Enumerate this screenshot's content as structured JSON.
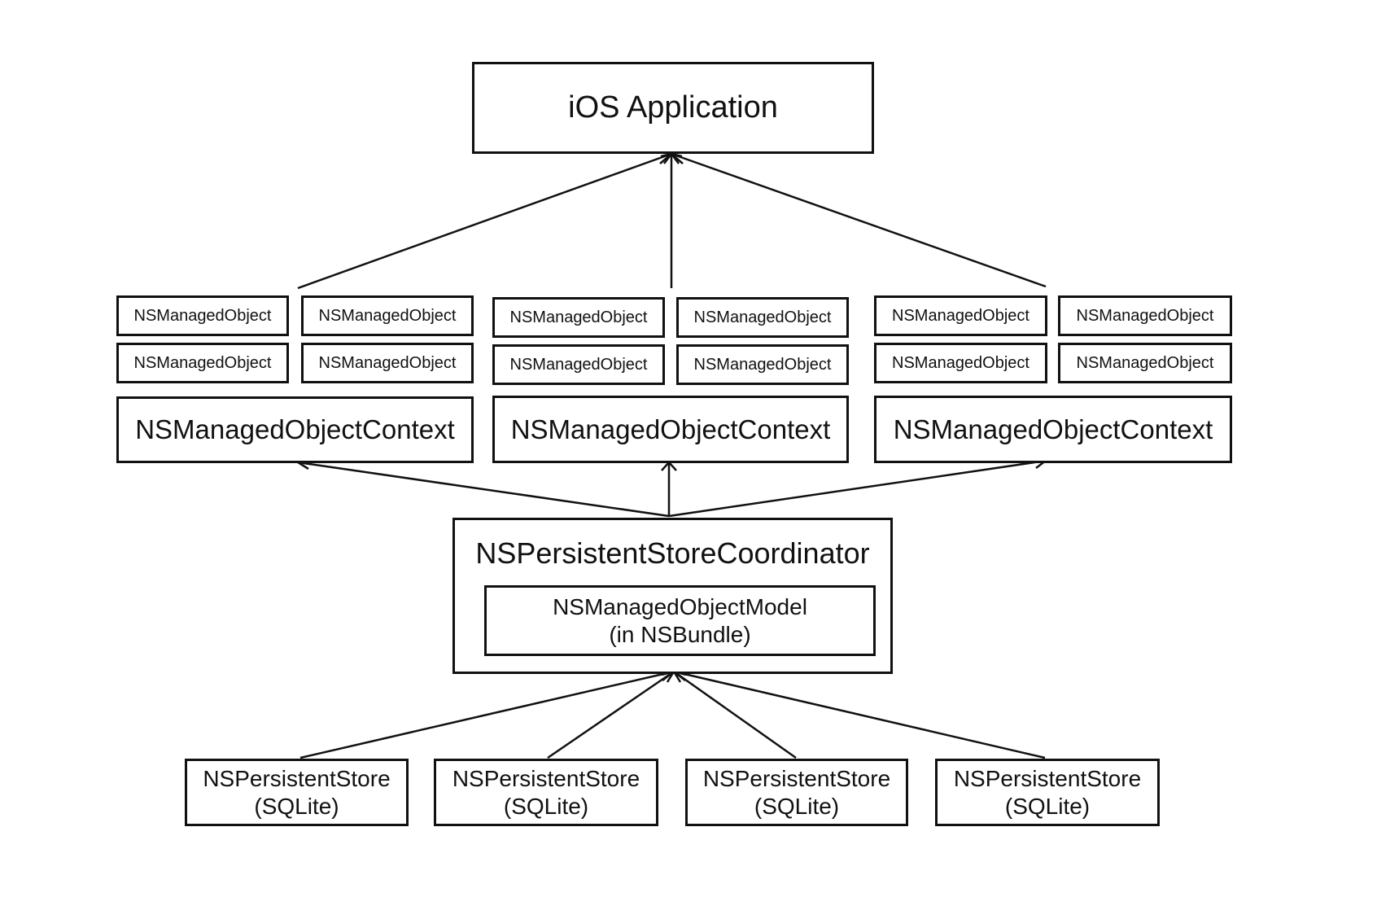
{
  "diagram": {
    "application": {
      "label": "iOS Application"
    },
    "contexts": [
      {
        "label": "NSManagedObjectContext",
        "objects": [
          "NSManagedObject",
          "NSManagedObject",
          "NSManagedObject",
          "NSManagedObject"
        ]
      },
      {
        "label": "NSManagedObjectContext",
        "objects": [
          "NSManagedObject",
          "NSManagedObject",
          "NSManagedObject",
          "NSManagedObject"
        ]
      },
      {
        "label": "NSManagedObjectContext",
        "objects": [
          "NSManagedObject",
          "NSManagedObject",
          "NSManagedObject",
          "NSManagedObject"
        ]
      }
    ],
    "coordinator": {
      "label": "NSPersistentStoreCoordinator",
      "model": {
        "line1": "NSManagedObjectModel",
        "line2": "(in  NSBundle)"
      }
    },
    "stores": [
      {
        "line1": "NSPersistentStore",
        "line2": "(SQLite)"
      },
      {
        "line1": "NSPersistentStore",
        "line2": "(SQLite)"
      },
      {
        "line1": "NSPersistentStore",
        "line2": "(SQLite)"
      },
      {
        "line1": "NSPersistentStore",
        "line2": "(SQLite)"
      }
    ]
  }
}
